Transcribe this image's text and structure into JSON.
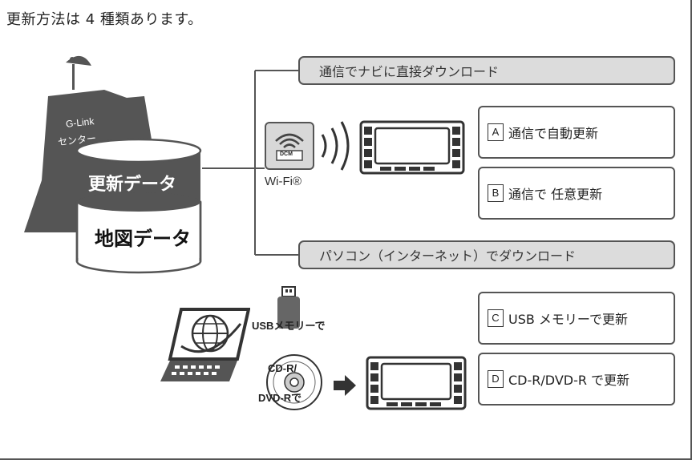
{
  "title": "更新方法は 4 種類あります。",
  "center": {
    "tower_label_line1": "G-Link",
    "tower_label_line2": "センター",
    "update_data_label": "更新データ",
    "map_data_label": "地図データ"
  },
  "banners": {
    "network": "通信でナビに直接ダウンロード",
    "pc": "パソコン（インターネット）でダウンロード"
  },
  "dcm": {
    "chip_label": "DCM",
    "wifi_label": "Wi-Fi®"
  },
  "options": [
    {
      "letter": "A",
      "label": "通信で自動更新"
    },
    {
      "letter": "B",
      "label": "通信で 任意更新"
    },
    {
      "letter": "C",
      "label": "USB メモリーで更新"
    },
    {
      "letter": "D",
      "label": "CD-R/DVD-R で更新"
    }
  ],
  "media": {
    "usb_label": "USBメモリーで",
    "cd_label": "CD-R/",
    "dvd_label": "DVD-Rで"
  }
}
